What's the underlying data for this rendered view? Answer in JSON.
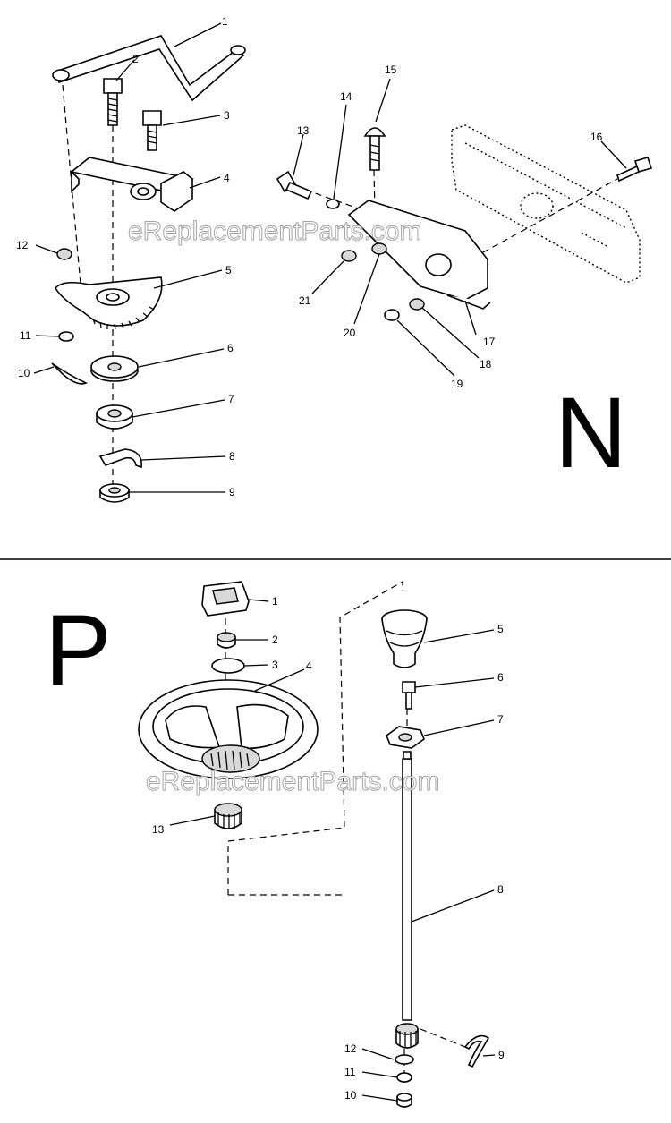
{
  "watermark": "eReplacementParts.com",
  "section_n": {
    "letter": "N",
    "callouts": [
      "1",
      "2",
      "3",
      "4",
      "5",
      "6",
      "7",
      "8",
      "9",
      "10",
      "11",
      "12",
      "13",
      "14",
      "15",
      "16",
      "17",
      "18",
      "19",
      "20",
      "21"
    ]
  },
  "section_p": {
    "letter": "P",
    "callouts": [
      "1",
      "2",
      "3",
      "4",
      "5",
      "6",
      "7",
      "8",
      "9",
      "10",
      "11",
      "12",
      "13"
    ]
  }
}
